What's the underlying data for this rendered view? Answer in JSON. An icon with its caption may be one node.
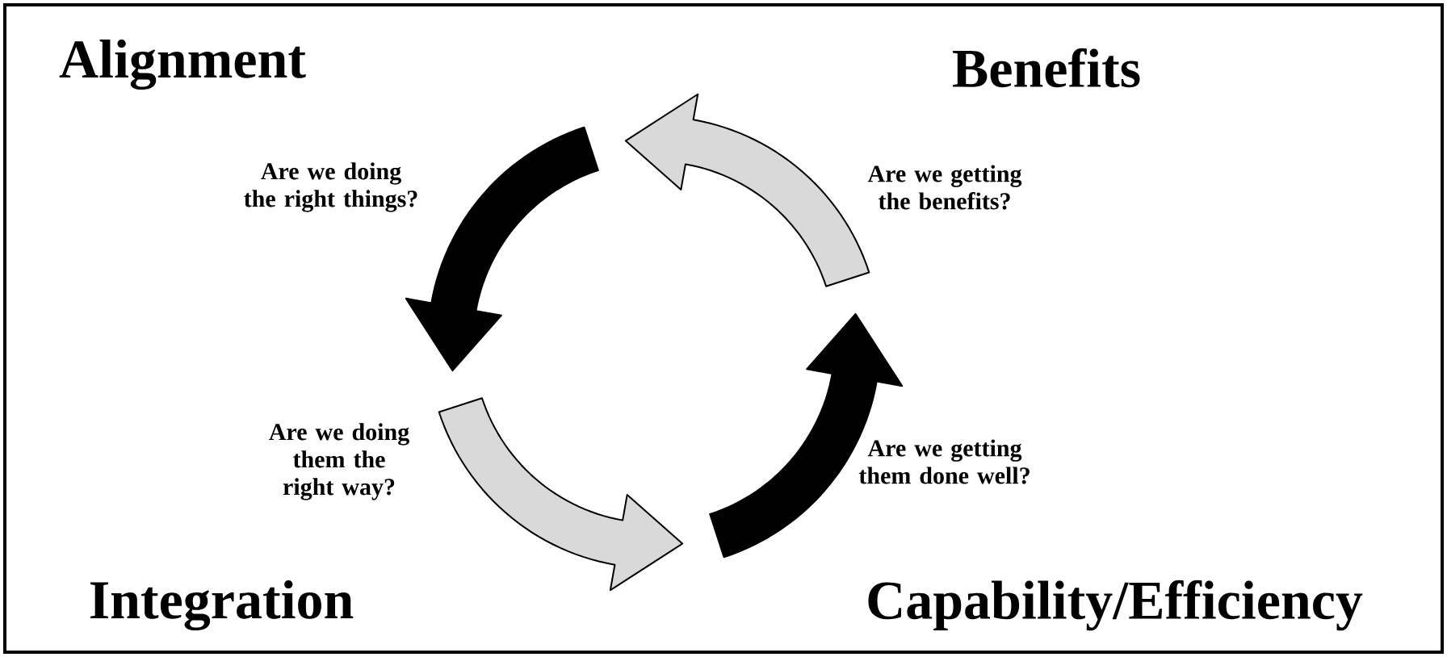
{
  "diagram": {
    "labels": [
      "Alignment",
      "Benefits",
      "Are we doing the right things?",
      "Are we getting the benefits?",
      "Are we doing them the right way?",
      "Are we getting them done well?",
      "Integration",
      "Capability/Efficiency"
    ]
  }
}
